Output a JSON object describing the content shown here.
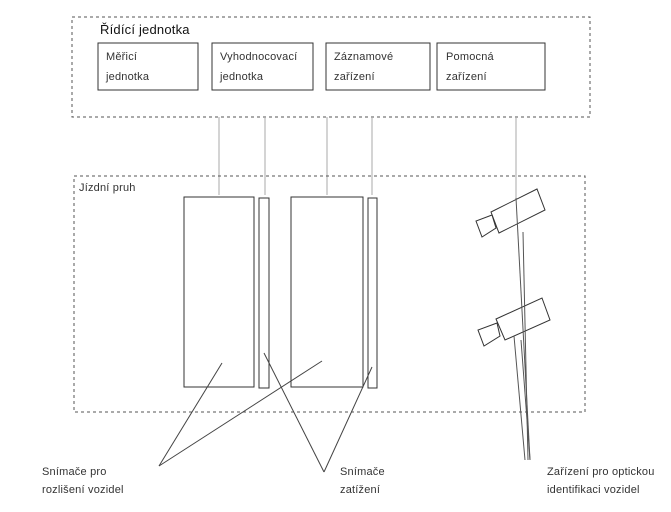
{
  "control_unit": {
    "title": "Řídící jednotka",
    "units": [
      {
        "line1": "Měřicí",
        "line2": "jednotka"
      },
      {
        "line1": "Vyhodnocovací",
        "line2": "jednotka"
      },
      {
        "line1": "Záznamové",
        "line2": "zařízení"
      },
      {
        "line1": "Pomocná",
        "line2": "zařízení"
      }
    ]
  },
  "lane": {
    "title": "Jízdní pruh"
  },
  "labels": {
    "vehicle_sensors": {
      "line1": "Snímače pro",
      "line2": "rozlišení vozidel"
    },
    "load_sensors": {
      "line1": "Snímače",
      "line2": "zatížení"
    },
    "optical_id": {
      "line1": "Zařízení pro optickou",
      "line2": "identifikaci vozidel"
    }
  }
}
